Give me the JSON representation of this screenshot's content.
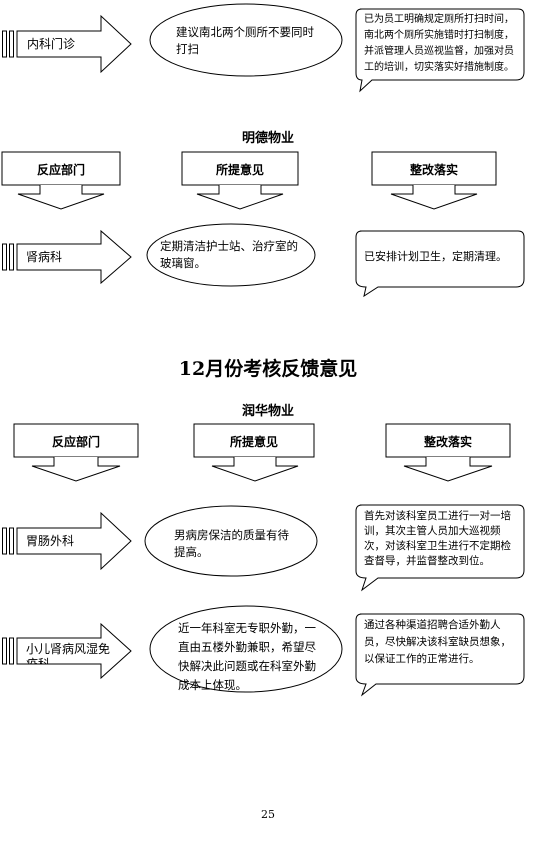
{
  "section1": {
    "dept": "内科门诊",
    "opinion": "建议南北两个厕所不要同时打扫",
    "response": "已为员工明确规定厕所打扫时间，南北两个厕所实施错时打扫制度，并派管理人员巡视监督，加强对员工的培训，切实落实好措施制度。"
  },
  "section2": {
    "company": "明德物业",
    "headers": [
      "反应部门",
      "所提意见",
      "整改落实"
    ],
    "dept": "肾病科",
    "opinion": "定期清洁护士站、治疗室的玻璃窗。",
    "response": "已安排计划卫生，定期清理。"
  },
  "title": "12月份考核反馈意见",
  "section3": {
    "company": "润华物业",
    "headers": [
      "反应部门",
      "所提意见",
      "整改落实"
    ],
    "rows": [
      {
        "dept": "胃肠外科",
        "opinion": "男病房保洁的质量有待提高。",
        "response": "首先对该科室员工进行一对一培训，其次主管人员加大巡视频次，对该科室卫生进行不定期检查督导，并监督整改到位。"
      },
      {
        "dept": "小儿肾病风湿免疫科",
        "opinion": "近一年科室无专职外勤，一直由五楼外勤兼职，希望尽快解决此问题或在科室外勤成本上体现。",
        "response": "通过各种渠道招聘合适外勤人员，尽快解决该科室缺员想象，以保证工作的正常进行。"
      }
    ]
  },
  "page_number": "25"
}
